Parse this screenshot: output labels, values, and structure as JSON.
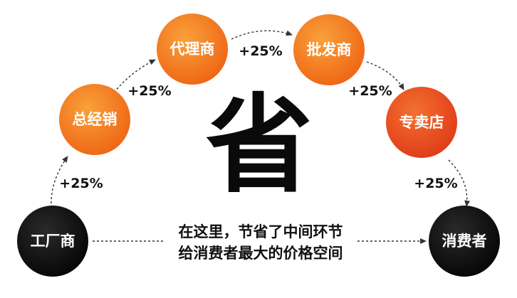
{
  "colors": {
    "node_orange": "#f26a16",
    "node_orange_light": "#f79a2a",
    "node_red": "#e8431c",
    "node_black": "#0a0a0a",
    "arrow": "#333333",
    "text_dark": "#111111"
  },
  "nodes": {
    "factory": "工厂商",
    "general_distributor": "总经销",
    "agent": "代理商",
    "wholesaler": "批发商",
    "retailer": "专卖店",
    "consumer": "消费者"
  },
  "markups": {
    "step1": "+25%",
    "step2": "+25%",
    "step3": "+25%",
    "step4": "+25%",
    "step5": "+25%"
  },
  "center_char": "省",
  "caption": {
    "line1": "在这里，节省了中间环节",
    "line2": "给消费者最大的价格空间"
  }
}
